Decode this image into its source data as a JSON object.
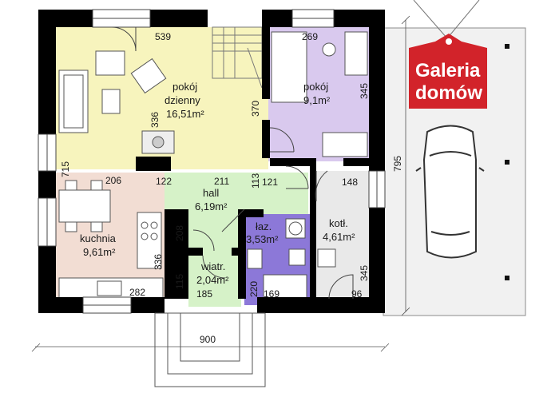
{
  "brand": {
    "line1": "Galeria",
    "line2": "domów",
    "color": "#d2232a"
  },
  "rooms": {
    "living": {
      "name_line1": "pokój",
      "name_line2": "dzienny",
      "area": "16,51m²",
      "color": "#f7f4bd"
    },
    "bedroom": {
      "name": "pokój",
      "area": "9,1m²",
      "color": "#d9c9ee"
    },
    "hall": {
      "name": "hall",
      "area": "6,19m²",
      "color": "#d6f2c8"
    },
    "kitchen": {
      "name": "kuchnia",
      "area": "9,61m²",
      "color": "#f2ddd3"
    },
    "bathroom": {
      "name": "łaz.",
      "area": "3,53m²",
      "color": "#8c78d8"
    },
    "boiler": {
      "name": "kotł.",
      "area": "4,61m²",
      "color": "#e9e9e9"
    },
    "vestibule": {
      "name": "wiatr.",
      "area": "2,04m²",
      "color": "#d6f2c8"
    }
  },
  "dimensions": {
    "d539": "539",
    "d269": "269",
    "d345_bed": "345",
    "d370": "370",
    "d336_liv": "336",
    "d715": "715",
    "d206": "206",
    "d122": "122",
    "d211": "211",
    "d113": "113",
    "d121": "121",
    "d148": "148",
    "d795": "795",
    "d208": "208",
    "d336_kit": "336",
    "d115": "115",
    "d220": "220",
    "d282": "282",
    "d185": "185",
    "d169": "169",
    "d345_boil": "345",
    "d96": "96",
    "d900": "900"
  }
}
